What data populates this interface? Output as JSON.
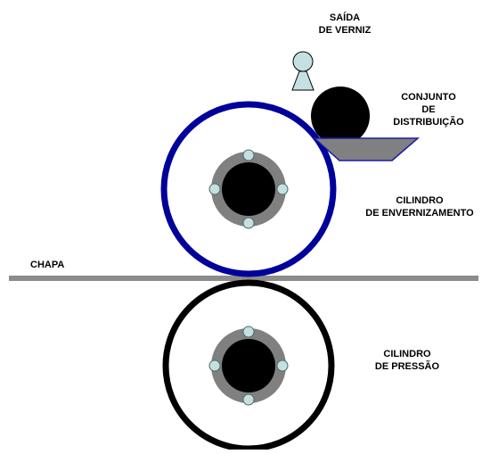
{
  "labels": {
    "saida": [
      "SAÍDA",
      "DE VERNIZ"
    ],
    "conjunto": [
      "CONJUNTO",
      "DE",
      "DISTRIBUIÇÃO"
    ],
    "cilindro_envernizamento": [
      "CILINDRO",
      "DE ENVERNIZAMENTO"
    ],
    "chapa": "CHAPA",
    "cilindro_pressao": [
      "CILINDRO",
      "DE PRESSÃO"
    ]
  },
  "colors": {
    "varnishing_cylinder_ring": "#00009a",
    "pressure_cylinder_ring": "#000000",
    "hub_gray": "#808080",
    "hub_core": "#000000",
    "bolt_fill": "#c5e0e0",
    "nozzle_fill": "#c5e0e0",
    "tray_fill": "#808080",
    "tray_stroke": "#1a1aa8",
    "plate": "#8c8c8c",
    "distribution_roller": "#000000"
  },
  "icons": {
    "nozzle": "varnish-nozzle-icon"
  }
}
